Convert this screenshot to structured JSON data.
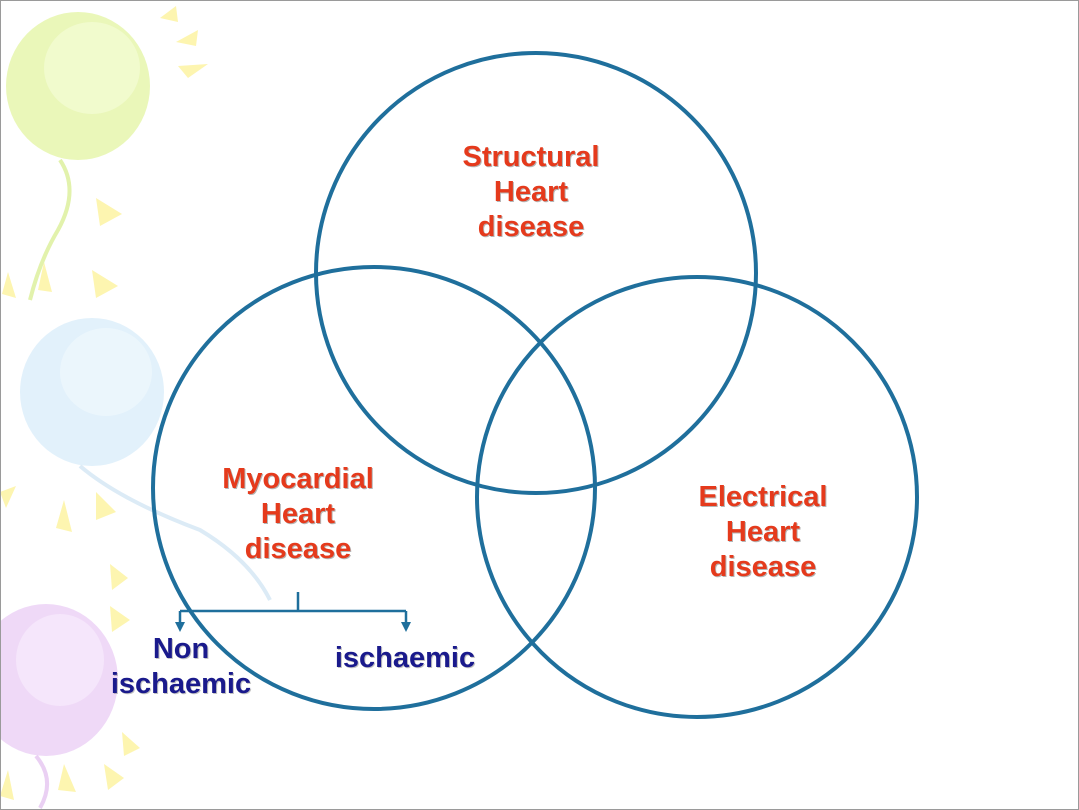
{
  "diagram": {
    "circles": {
      "structural": {
        "line1": "Structural",
        "line2": "Heart",
        "line3": "disease"
      },
      "myocardial": {
        "line1": "Myocardial",
        "line2": "Heart",
        "line3": "disease"
      },
      "electrical": {
        "line1": "Electrical",
        "line2": "Heart",
        "line3": "disease"
      }
    },
    "branches": {
      "left": {
        "line1": "Non",
        "line2": "ischaemic"
      },
      "right": {
        "line1": "ischaemic"
      }
    }
  },
  "colors": {
    "circle_stroke": "#1f6f9c",
    "label_red": "#e53a1c",
    "label_blue": "#1a1a8c",
    "balloon_green": "#eaf7b9",
    "balloon_blue": "#e2f1fb",
    "balloon_purple": "#efd9f7",
    "ray_yellow": "#fdf5b0"
  },
  "decor": {
    "icons": [
      "balloon-icon",
      "sun-ray-icon"
    ]
  }
}
